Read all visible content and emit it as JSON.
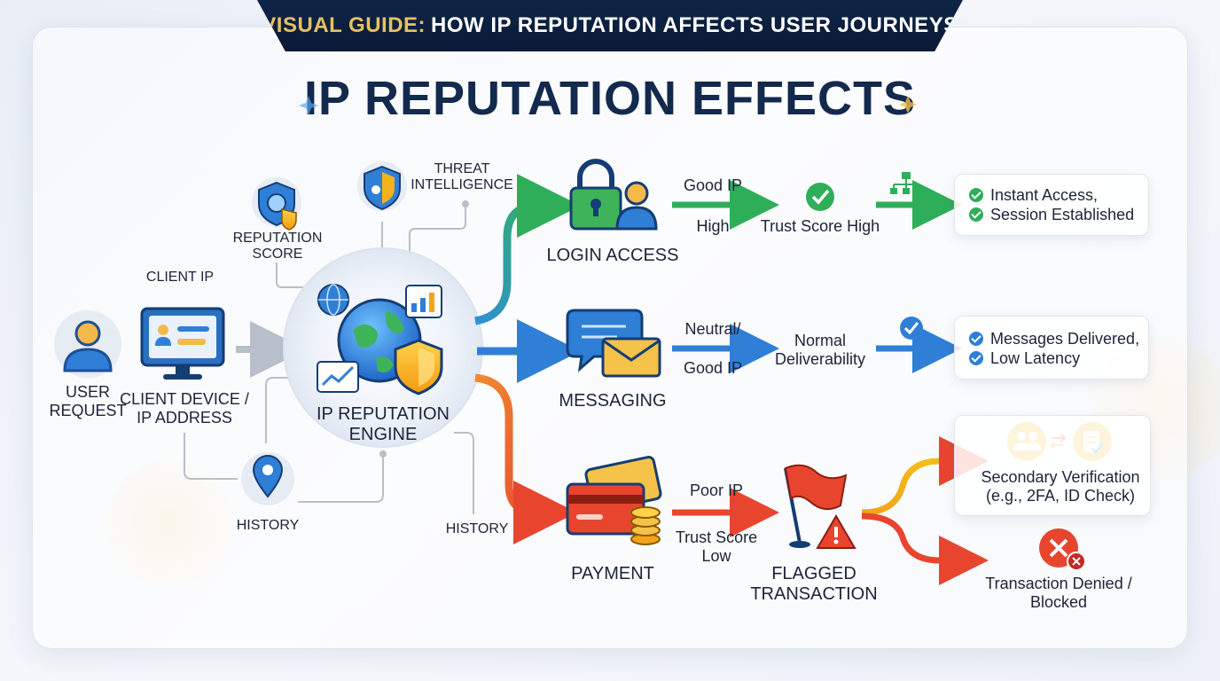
{
  "banner": {
    "highlight": "VISUAL GUIDE:",
    "rest": "HOW IP REPUTATION AFFECTS USER JOURNEYS"
  },
  "title": "IP REPUTATION EFFECTS",
  "nodes": {
    "user_request": [
      "USER",
      "REQUEST"
    ],
    "client_ip": "CLIENT IP",
    "client_device": [
      "CLIENT DEVICE /",
      "IP ADDRESS"
    ],
    "reputation_score": [
      "REPUTATION",
      "SCORE"
    ],
    "threat_intel": [
      "THREAT",
      "INTELLIGENCE"
    ],
    "engine": [
      "IP REPUTATION",
      "ENGINE"
    ],
    "history_left": "HISTORY",
    "history_right": "HISTORY"
  },
  "flows": {
    "login": {
      "label": "LOGIN ACCESS",
      "ip": "Good IP",
      "level": "High",
      "trust": "Trust Score High",
      "results": [
        "Instant Access,",
        "Session Established"
      ]
    },
    "messaging": {
      "label": "MESSAGING",
      "ip": [
        "Neutral/",
        "Good IP"
      ],
      "outcome": [
        "Normal",
        "Deliverability"
      ],
      "results": [
        "Messages Delivered,",
        "Low Latency"
      ]
    },
    "payment": {
      "label": "PAYMENT",
      "ip": "Poor IP",
      "trust": [
        "Trust Score",
        "Low"
      ],
      "flag": [
        "FLAGGED",
        "TRANSACTION"
      ],
      "secondary": [
        "Secondary Verification",
        "(e.g., 2FA, ID Check)"
      ],
      "denied": [
        "Transaction Denied /",
        "Blocked"
      ]
    }
  },
  "colors": {
    "green": "#2fae5a",
    "blue": "#2f7fd6",
    "red": "#e8452f",
    "orange": "#f0a020",
    "navy": "#13294d",
    "gold": "#e8c062"
  }
}
